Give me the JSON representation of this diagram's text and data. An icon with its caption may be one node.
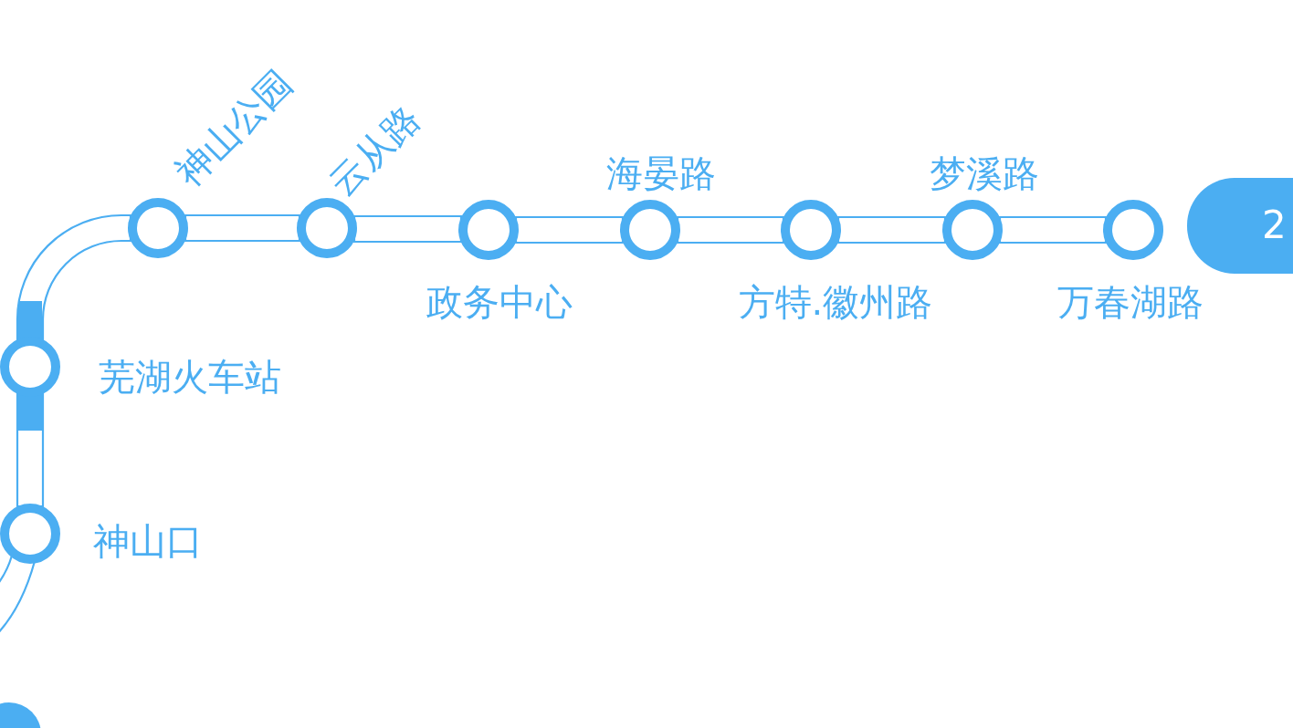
{
  "diagram": {
    "nodes": [
      {
        "text": [],
        "shape": "circle",
        "beside": [
          "神山口"
        ]
      },
      {
        "text": [],
        "shape": "circle",
        "beside": [
          "芜湖火车站"
        ]
      },
      {
        "text": [],
        "shape": "circle",
        "beside": [
          "神山公园"
        ]
      },
      {
        "text": [],
        "shape": "circle",
        "beside": [
          "云从路"
        ]
      },
      {
        "text": [],
        "shape": "circle",
        "beside": [
          "政务中心"
        ]
      },
      {
        "text": [],
        "shape": "circle",
        "beside": [
          "海晏路"
        ]
      },
      {
        "text": [],
        "shape": "circle",
        "beside": [
          "方特.徽州路"
        ]
      },
      {
        "text": [],
        "shape": "circle",
        "beside": [
          "梦溪路"
        ]
      },
      {
        "text": [],
        "shape": "circle",
        "beside": [
          "万春湖路"
        ]
      },
      {
        "text": [
          "2"
        ]
      },
      {
        "text": [],
        "shape": "circle"
      }
    ],
    "edges": [
      {
        "from": null,
        "to": 0,
        "arrow": "none"
      },
      {
        "from": 0,
        "to": 1,
        "arrow": "none"
      },
      {
        "from": 1,
        "to": 2,
        "arrow": "none"
      },
      {
        "from": 2,
        "to": 3,
        "arrow": "none"
      },
      {
        "from": 3,
        "to": 4,
        "arrow": "none"
      },
      {
        "from": 4,
        "to": 5,
        "arrow": "none"
      },
      {
        "from": 5,
        "to": 6,
        "arrow": "none"
      },
      {
        "from": 6,
        "to": 7,
        "arrow": "none"
      },
      {
        "from": 7,
        "to": 8,
        "arrow": "none"
      }
    ]
  }
}
